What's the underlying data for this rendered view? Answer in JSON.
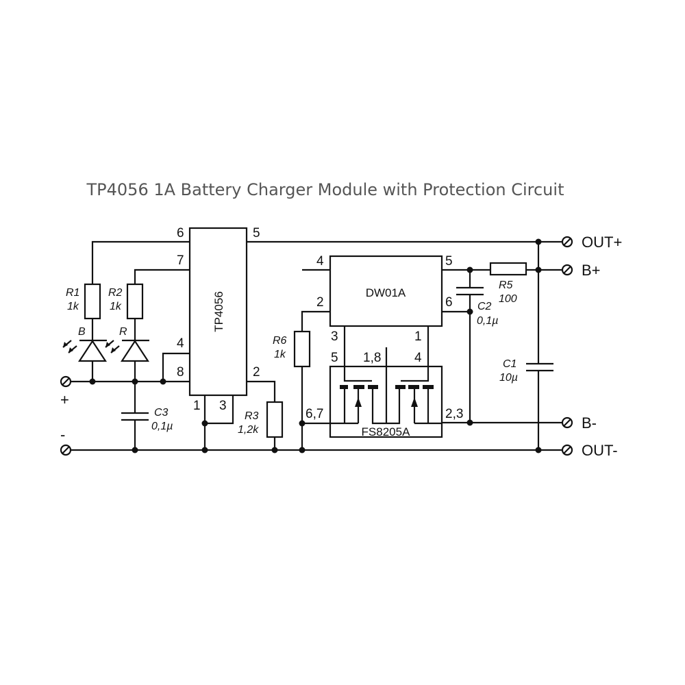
{
  "title": "TP4056 1A Battery Charger Module with Protection Circuit",
  "chips": {
    "tp4056": {
      "name": "TP4056",
      "pins": {
        "p1": "1",
        "p2": "2",
        "p3": "3",
        "p4": "4",
        "p5": "5",
        "p6": "6",
        "p7": "7",
        "p8": "8"
      }
    },
    "dw01a": {
      "name": "DW01A",
      "pins": {
        "p1": "1",
        "p2": "2",
        "p3": "3",
        "p4": "4",
        "p5": "5",
        "p6": "6"
      }
    },
    "fs8205a": {
      "name": "FS8205A",
      "pins": {
        "p5": "5",
        "p18": "1,8",
        "p4": "4",
        "p67": "6,7",
        "p23": "2,3"
      }
    }
  },
  "components": {
    "r1": {
      "ref": "R1",
      "value": "1k"
    },
    "r2": {
      "ref": "R2",
      "value": "1k"
    },
    "r3": {
      "ref": "R3",
      "value": "1,2k"
    },
    "r5": {
      "ref": "R5",
      "value": "100"
    },
    "r6": {
      "ref": "R6",
      "value": "1k"
    },
    "c1": {
      "ref": "C1",
      "value": "10µ"
    },
    "c2": {
      "ref": "C2",
      "value": "0,1µ"
    },
    "c3": {
      "ref": "C3",
      "value": "0,1µ"
    },
    "led_b": {
      "ref": "B"
    },
    "led_r": {
      "ref": "R"
    }
  },
  "terminals": {
    "in_plus": "+",
    "in_minus": "-",
    "out_plus": "OUT+",
    "b_plus": "B+",
    "b_minus": "B-",
    "out_minus": "OUT-"
  }
}
